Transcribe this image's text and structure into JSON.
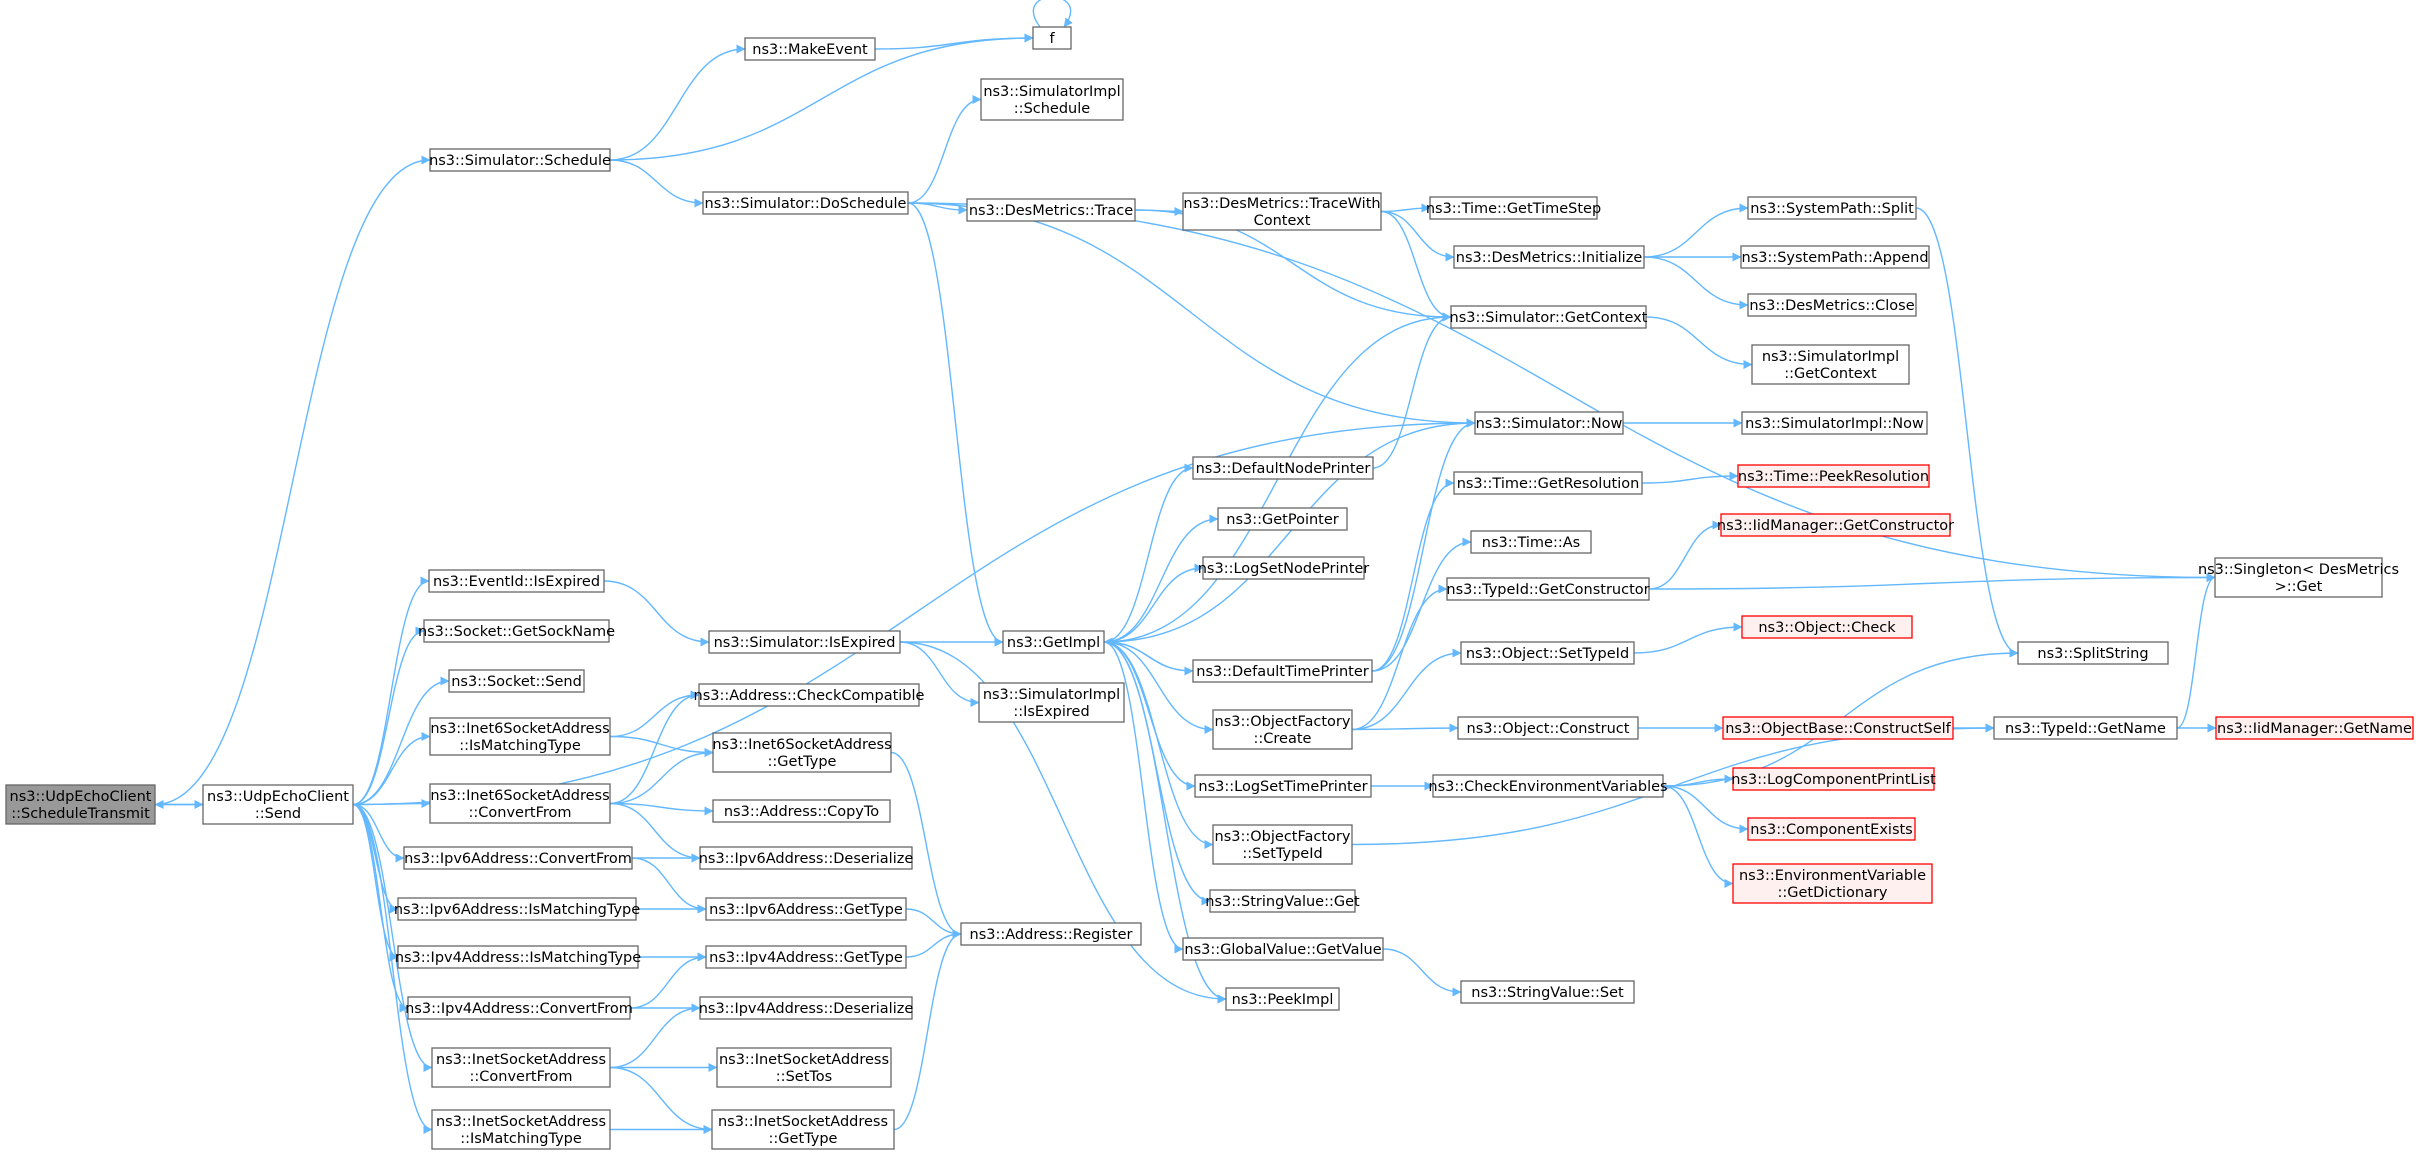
{
  "colors": {
    "edge": "#63b8ff",
    "border": "#666666",
    "fill": "#ffffff",
    "root_fill": "#999999",
    "root_border": "#666666",
    "trunc_fill": "#fff0f0",
    "trunc_border": "#ff0000"
  },
  "nodes": [
    {
      "id": "n0",
      "lines": [
        "ns3::UdpEchoClient",
        "::ScheduleTransmit"
      ],
      "style": "root"
    },
    {
      "id": "n1",
      "lines": [
        "ns3::UdpEchoClient",
        "::Send"
      ]
    },
    {
      "id": "n2",
      "lines": [
        "ns3::Simulator::Schedule"
      ]
    },
    {
      "id": "n3",
      "lines": [
        "ns3::MakeEvent"
      ]
    },
    {
      "id": "n4",
      "lines": [
        "f"
      ]
    },
    {
      "id": "n5",
      "lines": [
        "ns3::SimulatorImpl",
        "::Schedule"
      ]
    },
    {
      "id": "n6",
      "lines": [
        "ns3::Simulator::DoSchedule"
      ]
    },
    {
      "id": "n7",
      "lines": [
        "ns3::DesMetrics::Trace"
      ]
    },
    {
      "id": "n8",
      "lines": [
        "ns3::DesMetrics::TraceWith",
        "Context"
      ]
    },
    {
      "id": "n9",
      "lines": [
        "ns3::Time::GetTimeStep"
      ]
    },
    {
      "id": "n10",
      "lines": [
        "ns3::SystemPath::Split"
      ]
    },
    {
      "id": "n11",
      "lines": [
        "ns3::DesMetrics::Initialize"
      ]
    },
    {
      "id": "n12",
      "lines": [
        "ns3::SystemPath::Append"
      ]
    },
    {
      "id": "n13",
      "lines": [
        "ns3::DesMetrics::Close"
      ]
    },
    {
      "id": "n14",
      "lines": [
        "ns3::Simulator::GetContext"
      ]
    },
    {
      "id": "n15",
      "lines": [
        "ns3::SimulatorImpl",
        "::GetContext"
      ]
    },
    {
      "id": "n16",
      "lines": [
        "ns3::Simulator::Now"
      ]
    },
    {
      "id": "n17",
      "lines": [
        "ns3::SimulatorImpl::Now"
      ]
    },
    {
      "id": "n18",
      "lines": [
        "ns3::DefaultNodePrinter"
      ]
    },
    {
      "id": "n19",
      "lines": [
        "ns3::Time::GetResolution"
      ]
    },
    {
      "id": "n20",
      "lines": [
        "ns3::Time::PeekResolution"
      ],
      "style": "trunc"
    },
    {
      "id": "n21",
      "lines": [
        "ns3::GetPointer"
      ]
    },
    {
      "id": "n22",
      "lines": [
        "ns3::Time::As"
      ]
    },
    {
      "id": "n23",
      "lines": [
        "ns3::IidManager::GetConstructor"
      ],
      "style": "trunc"
    },
    {
      "id": "n24",
      "lines": [
        "ns3::LogSetNodePrinter"
      ]
    },
    {
      "id": "n25",
      "lines": [
        "ns3::TypeId::GetConstructor"
      ]
    },
    {
      "id": "n26",
      "lines": [
        "ns3::Singleton< DesMetrics",
        " >::Get"
      ]
    },
    {
      "id": "n27",
      "lines": [
        "ns3::EventId::IsExpired"
      ]
    },
    {
      "id": "n28",
      "lines": [
        "ns3::Socket::GetSockName"
      ]
    },
    {
      "id": "n29",
      "lines": [
        "ns3::Simulator::IsExpired"
      ]
    },
    {
      "id": "n30",
      "lines": [
        "ns3::GetImpl"
      ]
    },
    {
      "id": "n31",
      "lines": [
        "ns3::DefaultTimePrinter"
      ]
    },
    {
      "id": "n32",
      "lines": [
        "ns3::Object::SetTypeId"
      ]
    },
    {
      "id": "n33",
      "lines": [
        "ns3::Object::Check"
      ],
      "style": "trunc"
    },
    {
      "id": "n34",
      "lines": [
        "ns3::Socket::Send"
      ]
    },
    {
      "id": "n35",
      "lines": [
        "ns3::SplitString"
      ]
    },
    {
      "id": "n36",
      "lines": [
        "ns3::Address::CheckCompatible"
      ]
    },
    {
      "id": "n37",
      "lines": [
        "ns3::SimulatorImpl",
        "::IsExpired"
      ]
    },
    {
      "id": "n38",
      "lines": [
        "ns3::Inet6SocketAddress",
        "::IsMatchingType"
      ]
    },
    {
      "id": "n39",
      "lines": [
        "ns3::ObjectFactory",
        "::Create"
      ]
    },
    {
      "id": "n40",
      "lines": [
        "ns3::Object::Construct"
      ]
    },
    {
      "id": "n41",
      "lines": [
        "ns3::ObjectBase::ConstructSelf"
      ],
      "style": "trunc"
    },
    {
      "id": "n42",
      "lines": [
        "ns3::TypeId::GetName"
      ]
    },
    {
      "id": "n43",
      "lines": [
        "ns3::IidManager::GetName"
      ],
      "style": "trunc"
    },
    {
      "id": "n44",
      "lines": [
        "ns3::Inet6SocketAddress",
        "::GetType"
      ]
    },
    {
      "id": "n45",
      "lines": [
        "ns3::Inet6SocketAddress",
        "::ConvertFrom"
      ]
    },
    {
      "id": "n46",
      "lines": [
        "ns3::LogSetTimePrinter"
      ]
    },
    {
      "id": "n47",
      "lines": [
        "ns3::CheckEnvironmentVariables"
      ]
    },
    {
      "id": "n48",
      "lines": [
        "ns3::LogComponentPrintList"
      ],
      "style": "trunc"
    },
    {
      "id": "n49",
      "lines": [
        "ns3::Address::CopyTo"
      ]
    },
    {
      "id": "n50",
      "lines": [
        "ns3::ObjectFactory",
        "::SetTypeId"
      ]
    },
    {
      "id": "n51",
      "lines": [
        "ns3::ComponentExists"
      ],
      "style": "trunc"
    },
    {
      "id": "n52",
      "lines": [
        "ns3::Ipv6Address::ConvertFrom"
      ]
    },
    {
      "id": "n53",
      "lines": [
        "ns3::Ipv6Address::Deserialize"
      ]
    },
    {
      "id": "n54",
      "lines": [
        "ns3::EnvironmentVariable",
        "::GetDictionary"
      ],
      "style": "trunc"
    },
    {
      "id": "n55",
      "lines": [
        "ns3::StringValue::Get"
      ]
    },
    {
      "id": "n56",
      "lines": [
        "ns3::Ipv6Address::IsMatchingType"
      ]
    },
    {
      "id": "n57",
      "lines": [
        "ns3::Ipv6Address::GetType"
      ]
    },
    {
      "id": "n58",
      "lines": [
        "ns3::Address::Register"
      ]
    },
    {
      "id": "n59",
      "lines": [
        "ns3::GlobalValue::GetValue"
      ]
    },
    {
      "id": "n60",
      "lines": [
        "ns3::Ipv4Address::IsMatchingType"
      ]
    },
    {
      "id": "n61",
      "lines": [
        "ns3::Ipv4Address::GetType"
      ]
    },
    {
      "id": "n62",
      "lines": [
        "ns3::StringValue::Set"
      ]
    },
    {
      "id": "n63",
      "lines": [
        "ns3::PeekImpl"
      ]
    },
    {
      "id": "n64",
      "lines": [
        "ns3::Ipv4Address::ConvertFrom"
      ]
    },
    {
      "id": "n65",
      "lines": [
        "ns3::Ipv4Address::Deserialize"
      ]
    },
    {
      "id": "n66",
      "lines": [
        "ns3::InetSocketAddress",
        "::ConvertFrom"
      ]
    },
    {
      "id": "n67",
      "lines": [
        "ns3::InetSocketAddress",
        "::SetTos"
      ]
    },
    {
      "id": "n68",
      "lines": [
        "ns3::InetSocketAddress",
        "::IsMatchingType"
      ]
    },
    {
      "id": "n69",
      "lines": [
        "ns3::InetSocketAddress",
        "::GetType"
      ]
    }
  ],
  "edges": [
    [
      "n0",
      "n2"
    ],
    [
      "n0",
      "n1"
    ],
    [
      "n1",
      "n0"
    ],
    [
      "n2",
      "n3"
    ],
    [
      "n2",
      "n4"
    ],
    [
      "n2",
      "n6"
    ],
    [
      "n3",
      "n4"
    ],
    [
      "n4",
      "n4"
    ],
    [
      "n6",
      "n5"
    ],
    [
      "n6",
      "n7"
    ],
    [
      "n6",
      "n26"
    ],
    [
      "n6",
      "n30"
    ],
    [
      "n6",
      "n16"
    ],
    [
      "n7",
      "n8"
    ],
    [
      "n7",
      "n14"
    ],
    [
      "n8",
      "n9"
    ],
    [
      "n8",
      "n11"
    ],
    [
      "n8",
      "n14"
    ],
    [
      "n11",
      "n10"
    ],
    [
      "n11",
      "n12"
    ],
    [
      "n11",
      "n13"
    ],
    [
      "n10",
      "n35"
    ],
    [
      "n14",
      "n15"
    ],
    [
      "n16",
      "n17"
    ],
    [
      "n1",
      "n16"
    ],
    [
      "n1",
      "n27"
    ],
    [
      "n1",
      "n28"
    ],
    [
      "n1",
      "n34"
    ],
    [
      "n1",
      "n38"
    ],
    [
      "n1",
      "n45"
    ],
    [
      "n1",
      "n52"
    ],
    [
      "n1",
      "n56"
    ],
    [
      "n1",
      "n60"
    ],
    [
      "n1",
      "n64"
    ],
    [
      "n1",
      "n66"
    ],
    [
      "n1",
      "n68"
    ],
    [
      "n27",
      "n29"
    ],
    [
      "n29",
      "n30"
    ],
    [
      "n29",
      "n37"
    ],
    [
      "n29",
      "n63"
    ],
    [
      "n30",
      "n14"
    ],
    [
      "n30",
      "n16"
    ],
    [
      "n30",
      "n18"
    ],
    [
      "n30",
      "n21"
    ],
    [
      "n30",
      "n24"
    ],
    [
      "n30",
      "n31"
    ],
    [
      "n30",
      "n39"
    ],
    [
      "n30",
      "n46"
    ],
    [
      "n30",
      "n50"
    ],
    [
      "n30",
      "n55"
    ],
    [
      "n30",
      "n59"
    ],
    [
      "n30",
      "n63"
    ],
    [
      "n18",
      "n14"
    ],
    [
      "n31",
      "n16"
    ],
    [
      "n31",
      "n19"
    ],
    [
      "n31",
      "n22"
    ],
    [
      "n31",
      "n30"
    ],
    [
      "n19",
      "n20"
    ],
    [
      "n25",
      "n23"
    ],
    [
      "n25",
      "n26"
    ],
    [
      "n39",
      "n25"
    ],
    [
      "n39",
      "n32"
    ],
    [
      "n39",
      "n40"
    ],
    [
      "n32",
      "n33"
    ],
    [
      "n40",
      "n41"
    ],
    [
      "n41",
      "n42"
    ],
    [
      "n42",
      "n43"
    ],
    [
      "n42",
      "n26"
    ],
    [
      "n46",
      "n47"
    ],
    [
      "n47",
      "n35"
    ],
    [
      "n47",
      "n48"
    ],
    [
      "n47",
      "n51"
    ],
    [
      "n47",
      "n54"
    ],
    [
      "n50",
      "n42"
    ],
    [
      "n59",
      "n62"
    ],
    [
      "n38",
      "n36"
    ],
    [
      "n38",
      "n44"
    ],
    [
      "n45",
      "n36"
    ],
    [
      "n45",
      "n44"
    ],
    [
      "n45",
      "n49"
    ],
    [
      "n45",
      "n53"
    ],
    [
      "n44",
      "n58"
    ],
    [
      "n52",
      "n53"
    ],
    [
      "n52",
      "n57"
    ],
    [
      "n56",
      "n57"
    ],
    [
      "n57",
      "n58"
    ],
    [
      "n60",
      "n61"
    ],
    [
      "n61",
      "n58"
    ],
    [
      "n64",
      "n61"
    ],
    [
      "n64",
      "n65"
    ],
    [
      "n66",
      "n65"
    ],
    [
      "n66",
      "n67"
    ],
    [
      "n66",
      "n69"
    ],
    [
      "n68",
      "n69"
    ],
    [
      "n69",
      "n58"
    ]
  ]
}
